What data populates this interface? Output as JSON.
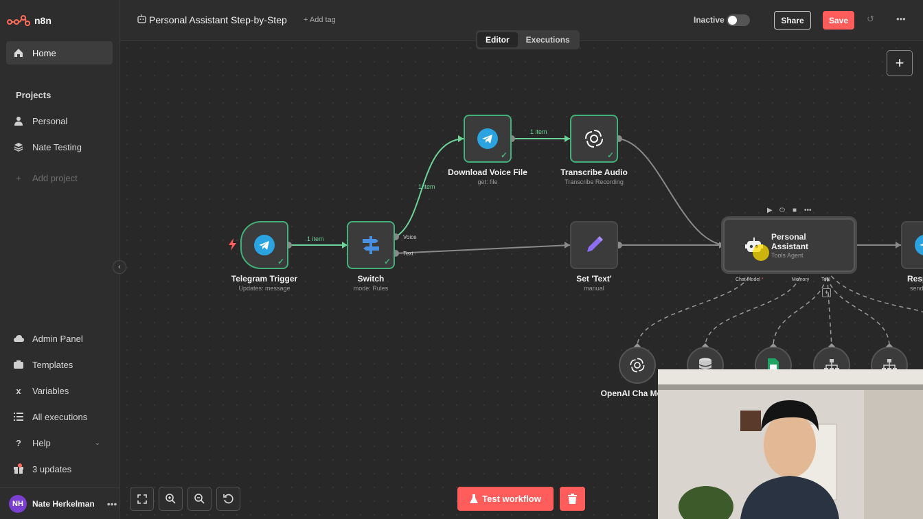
{
  "app": {
    "name": "n8n"
  },
  "sidebar": {
    "home": "Home",
    "projects_heading": "Projects",
    "projects": [
      "Personal",
      "Nate Testing"
    ],
    "add_project": "Add project",
    "bottom": [
      "Admin Panel",
      "Templates",
      "Variables",
      "All executions",
      "Help",
      "3 updates"
    ],
    "user": {
      "initials": "NH",
      "name": "Nate Herkelman"
    }
  },
  "header": {
    "title": "Personal Assistant Step-by-Step",
    "add_tag": "+ Add tag",
    "status": "Inactive",
    "share": "Share",
    "save": "Save",
    "tabs": [
      "Editor",
      "Executions"
    ]
  },
  "nodes": {
    "telegram_trigger": {
      "label": "Telegram Trigger",
      "sub": "Updates: message"
    },
    "switch": {
      "label": "Switch",
      "sub": "mode: Rules",
      "outputs": [
        "Voice",
        "Text"
      ]
    },
    "download": {
      "label": "Download Voice File",
      "sub": "get: file"
    },
    "transcribe": {
      "label": "Transcribe Audio",
      "sub": "Transcribe Recording"
    },
    "set_text": {
      "label": "Set 'Text'",
      "sub": "manual"
    },
    "agent": {
      "label": "Personal Assistant",
      "sub": "Tools Agent",
      "ports": [
        "Chat Model",
        "Memory",
        "Tool"
      ],
      "required_mark": "*"
    },
    "respond": {
      "label": "Resp",
      "sub": "sendMessa"
    },
    "openai_chat": {
      "label": "OpenAI Cha Model"
    }
  },
  "edge_labels": [
    "1 item",
    "1 item",
    "1 item"
  ],
  "footer": {
    "test_workflow": "Test workflow"
  },
  "colors": {
    "accent": "#ff5c5c",
    "success": "#43b07a",
    "canvas": "#282828",
    "telegram": "#2aa3e0"
  }
}
